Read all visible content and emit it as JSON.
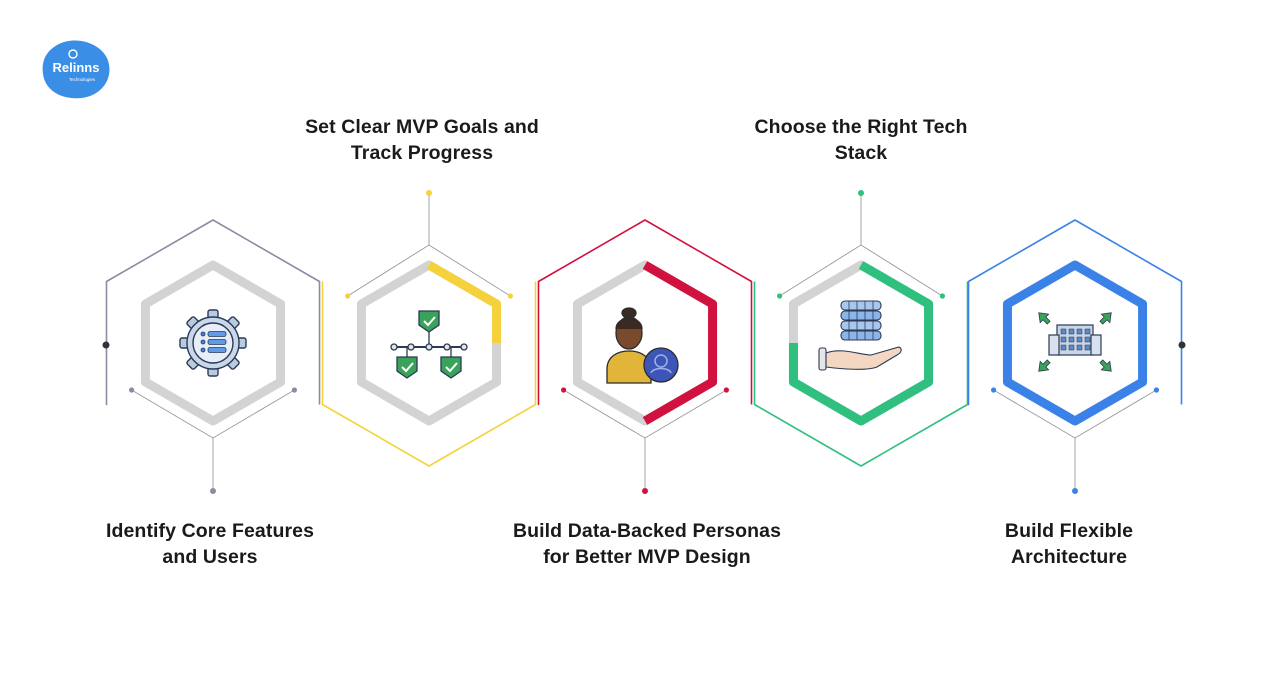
{
  "logo": {
    "text": "Relinns",
    "tagline": "Technologies",
    "color": "#3a8ee6"
  },
  "steps": [
    {
      "id": "identify-core-features",
      "label": "Identify Core Features\nand Users",
      "color": "#8f8aa3",
      "ring_color": "#d3d3d3",
      "icon": "gear-list-icon"
    },
    {
      "id": "set-mvp-goals",
      "label": "Set Clear MVP Goals and\nTrack Progress",
      "color": "#f5d23b",
      "ring_color": "#d3d3d3",
      "icon": "goal-tree-icon"
    },
    {
      "id": "build-personas",
      "label": "Build Data-Backed Personas\nfor Better MVP Design",
      "color": "#d1123f",
      "ring_color": "#d3d3d3",
      "icon": "persona-icon"
    },
    {
      "id": "choose-tech-stack",
      "label": "Choose the Right Tech\nStack",
      "color": "#2fbf7f",
      "ring_color": "#d3d3d3",
      "icon": "tech-stack-icon"
    },
    {
      "id": "flexible-architecture",
      "label": "Build Flexible\nArchitecture",
      "color": "#3b82e8",
      "ring_color": "#3b82e8",
      "icon": "architecture-icon"
    }
  ]
}
